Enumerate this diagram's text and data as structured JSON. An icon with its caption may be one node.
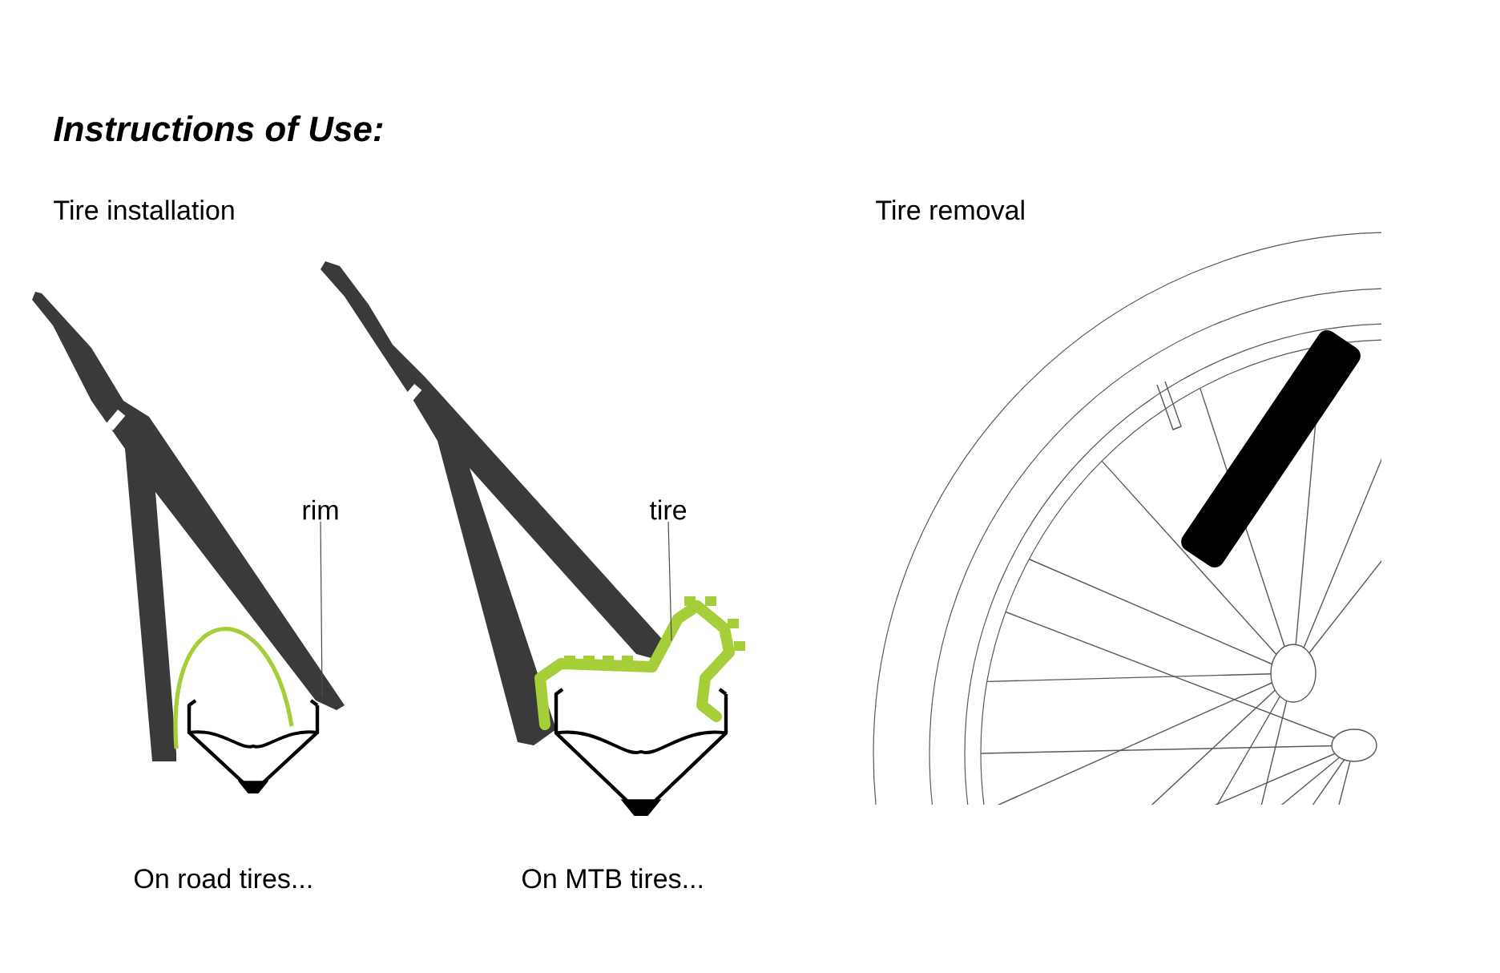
{
  "diagram": {
    "title": "Instructions of Use:",
    "nodes": [
      {
        "text": [
          "rim"
        ]
      },
      {
        "text": [],
        "shape": "picture"
      },
      {
        "text": [
          "tire"
        ]
      },
      {
        "text": [],
        "shape": "picture"
      }
    ],
    "edges": [
      {
        "from": 0,
        "to": 1,
        "arrow": "none"
      },
      {
        "from": 2,
        "to": 3,
        "arrow": "none"
      }
    ],
    "labels": [
      "Tire installation",
      "Tire removal",
      "On road tires...",
      "On MTB tires..."
    ]
  }
}
